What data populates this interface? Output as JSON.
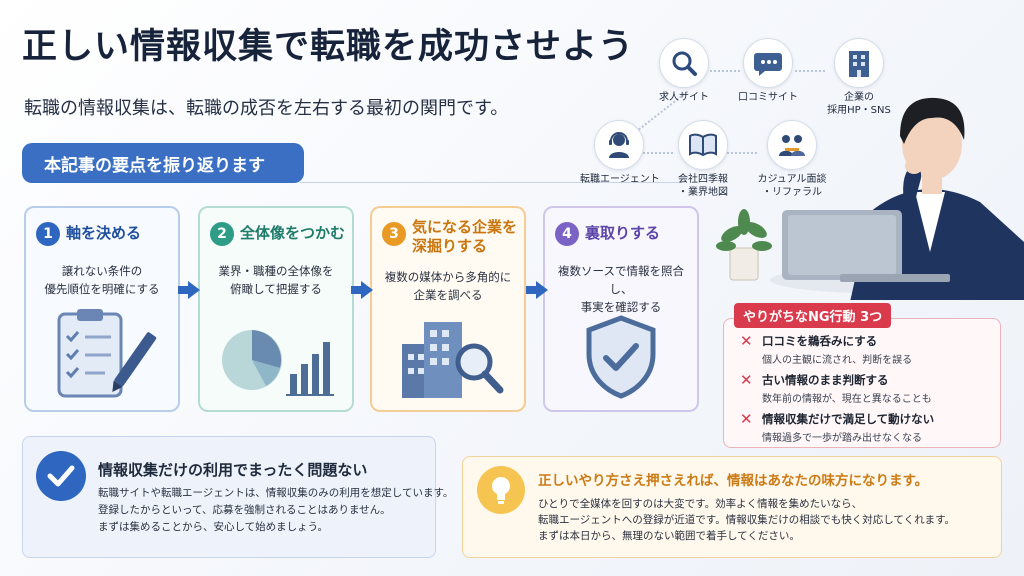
{
  "title": "正しい情報収集で転職を成功させよう",
  "subtitle": "転職の情報収集は、転職の成否を左右する最初の関門です。",
  "section_label": "本記事の要点を振り返ります",
  "steps": [
    {
      "num": "1",
      "heading": "軸を決める",
      "desc_lines": [
        "譲れない条件の",
        "優先順位を明確にする"
      ]
    },
    {
      "num": "2",
      "heading": "全体像をつかむ",
      "desc_lines": [
        "業界・職種の全体像を",
        "俯瞰して把握する"
      ]
    },
    {
      "num": "3",
      "heading_lines": [
        "気になる企業を",
        "深掘りする"
      ],
      "desc_lines": [
        "複数の媒体から多角的に",
        "企業を調べる"
      ]
    },
    {
      "num": "4",
      "heading": "裏取りする",
      "desc_lines": [
        "複数ソースで情報を照合し、",
        "事実を確認する"
      ]
    }
  ],
  "sources": {
    "job_site": "求人サイト",
    "review_site": "口コミサイト",
    "company_hp": [
      "企業の",
      "採用HP・SNS"
    ],
    "agent": "転職エージェント",
    "shikiho": [
      "会社四季報",
      "・業界地図"
    ],
    "casual": [
      "カジュアル面談",
      "・リファラル"
    ]
  },
  "ng": {
    "title": "やりがちなNG行動 3つ",
    "items": [
      {
        "title": "口コミを鵜呑みにする",
        "sub": "個人の主観に流され、判断を誤る"
      },
      {
        "title": "古い情報のまま判断する",
        "sub": "数年前の情報が、現在と異なることも"
      },
      {
        "title": "情報収集だけで満足して動けない",
        "sub": "情報過多で一歩が踏み出せなくなる"
      }
    ]
  },
  "info": {
    "title": "情報収集だけの利用でまったく問題ない",
    "lines": [
      "転職サイトや転職エージェントは、情報収集のみの利用を想定しています。",
      "登録したからといって、応募を強制されることはありません。",
      "まずは集めることから、安心して始めましょう。"
    ]
  },
  "tip": {
    "title": "正しいやり方さえ押さえれば、情報はあなたの味方になります。",
    "lines": [
      "ひとりで全媒体を回すのは大変です。効率よく情報を集めたいなら、",
      "転職エージェントへの登録が近道です。情報収集だけの相談でも快く対応してくれます。",
      "まずは本日から、無理のない範囲で着手してください。"
    ]
  },
  "colors": {
    "primary": "#2f66bf",
    "teal": "#2e9c86",
    "orange": "#e89a24",
    "purple": "#7a63c4",
    "ng_red": "#d93a4c"
  }
}
